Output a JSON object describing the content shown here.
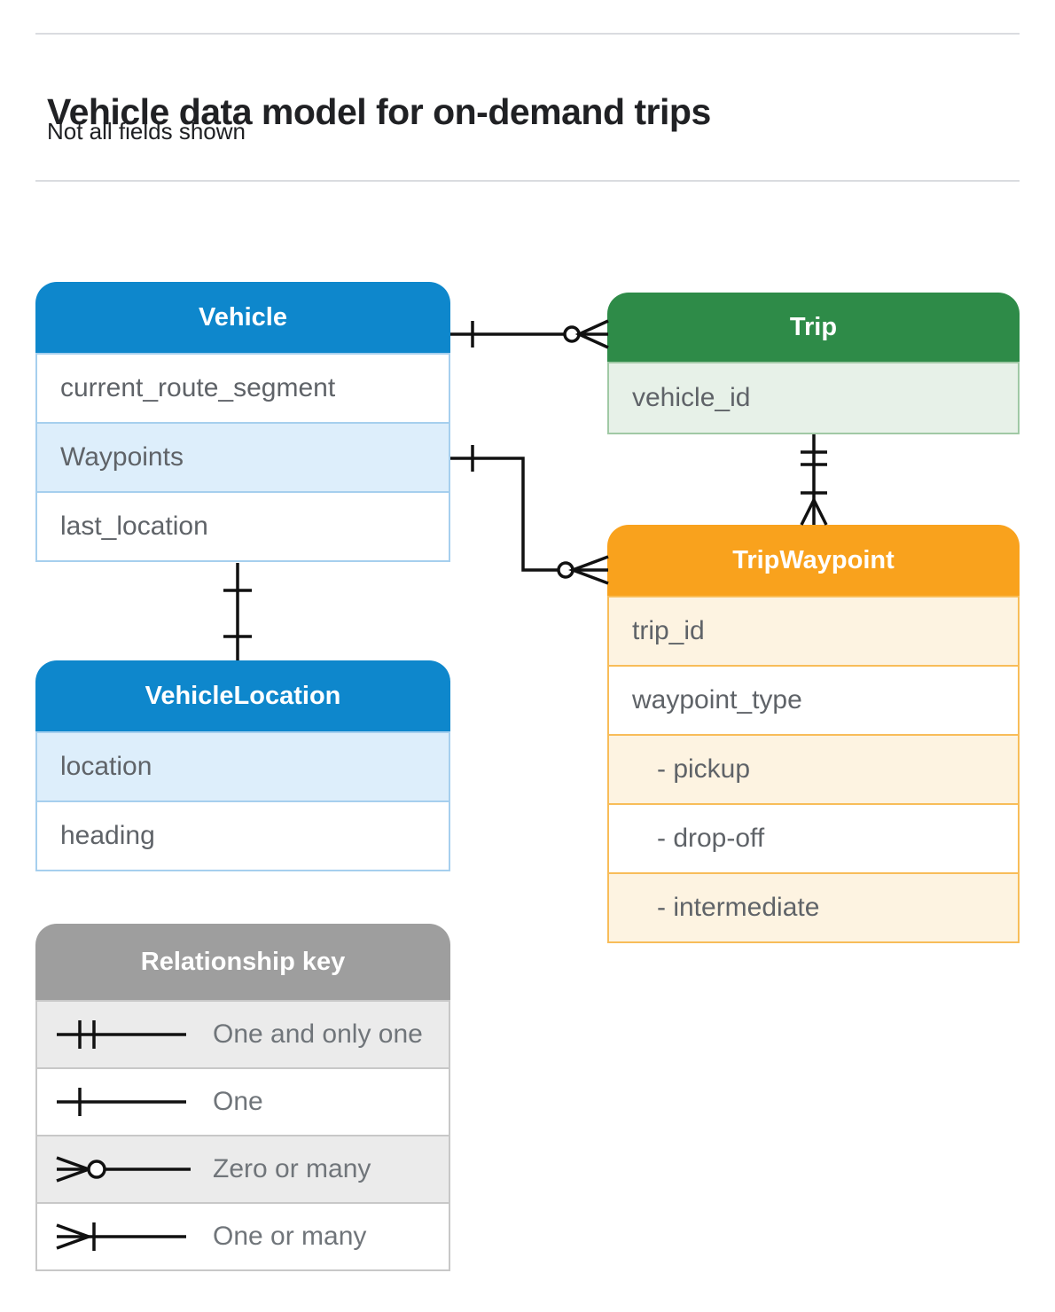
{
  "header": {
    "title": "Vehicle data model for on-demand trips",
    "subtitle": "Not all fields shown"
  },
  "entities": {
    "vehicle": {
      "title": "Vehicle",
      "fields": [
        "current_route_segment",
        "Waypoints",
        "last_location"
      ]
    },
    "trip": {
      "title": "Trip",
      "fields": [
        "vehicle_id"
      ]
    },
    "trip_waypoint": {
      "title": "TripWaypoint",
      "fields": [
        "trip_id",
        "waypoint_type",
        "- pickup",
        "- drop-off",
        "- intermediate"
      ]
    },
    "vehicle_location": {
      "title": "VehicleLocation",
      "fields": [
        "location",
        "heading"
      ]
    }
  },
  "legend": {
    "title": "Relationship key",
    "items": [
      {
        "symbol": "one-and-only-one",
        "label": "One and only one"
      },
      {
        "symbol": "one",
        "label": "One"
      },
      {
        "symbol": "zero-or-many",
        "label": "Zero or many"
      },
      {
        "symbol": "one-or-many",
        "label": "One or many"
      }
    ]
  },
  "relationships": [
    {
      "from": "Vehicle",
      "to": "Trip",
      "from_cardinality": "one",
      "to_cardinality": "zero-or-many"
    },
    {
      "from": "Vehicle.Waypoints",
      "to": "TripWaypoint",
      "from_cardinality": "one",
      "to_cardinality": "zero-or-many"
    },
    {
      "from": "Trip",
      "to": "TripWaypoint",
      "from_cardinality": "one-and-only-one",
      "to_cardinality": "one-or-many"
    },
    {
      "from": "Vehicle",
      "to": "VehicleLocation",
      "from_cardinality": "one",
      "to_cardinality": "one"
    }
  ],
  "colors": {
    "blue_header": "#0e87cc",
    "blue_row_tint": "#ddeefb",
    "blue_border": "#a6cfee",
    "green_header": "#2e8b48",
    "green_row_tint": "#e7f1e8",
    "green_border": "#a0c9a5",
    "orange_header": "#f9a21d",
    "orange_row_tint": "#fdf3e1",
    "orange_border": "#f8bd59",
    "gray_header": "#9e9e9e",
    "gray_row_tint": "#ebebeb",
    "gray_border": "#c8c8c8",
    "field_text": "#5f6368",
    "title_text": "#202124",
    "connector": "#111111"
  }
}
